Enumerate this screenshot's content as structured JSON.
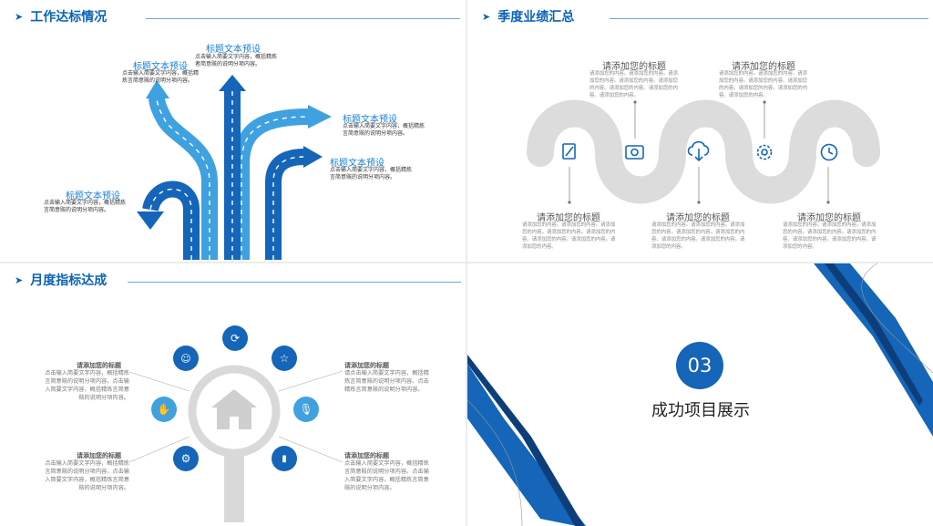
{
  "panel1": {
    "title": "工作达标情况",
    "items": [
      {
        "title": "标题文本预设",
        "text": "点击输入简要文字内容，概括精炼者简意赅的说明分项内容。"
      },
      {
        "title": "标题文本预设",
        "text": "点击输入简要文字内容，概括精炼言简意赅的说明分项内容。"
      },
      {
        "title": "标题文本预设",
        "text": "点击输入简要文字内容，概括精炼言简意赅的说明分项内容。"
      },
      {
        "title": "标题文本预设",
        "text": "点击输入简要文字内容，概括精炼言简意赅的说明分项内容。"
      },
      {
        "title": "标题文本预设",
        "text": "点击输入简要文字内容，概括精炼言简意赅的说明分项内容。"
      }
    ]
  },
  "panel2": {
    "title": "季度业绩汇总",
    "item_title": "请添加您的标题",
    "item_text": "请添加您的内容。请添加您的内容。请添加您的内容。请添加您的内容。请添加您的内容。请添加您的内容。请添加您的内容。请添加您的内容。",
    "icons": [
      "edit-icon",
      "camera-icon",
      "cloud-download-icon",
      "gear-icon",
      "clock-icon"
    ]
  },
  "panel3": {
    "title": "月度指标达成",
    "left_top_title": "请添加您的标题",
    "left_top_text": "点击输入简要文字内容，概括精炼言简意赅的说明分项内容。点击输入简要文字内容，概括精炼言简意赅的说明分项内容。",
    "left_bottom_title": "请添加您的标题",
    "left_bottom_text": "点击输入简要文字内容，概括精炼言简意赅的说明分项内容。点击输入简要文字内容，概括精炼言简意赅的说明分项内容。",
    "right_top_title": "请添加您的标题",
    "right_top_text": "请点击输入简要文字内容，概括精炼言简意赅的说明分项内容。点击精炼言简意赅的说明分项内容。",
    "right_bottom_title": "请添加您的标题",
    "right_bottom_text": "点击输入简要文字内容，概括精炼言简意赅的说明分项内容。点击输入简要文字内容，概括精炼言简意赅的说明分项内容。"
  },
  "panel4": {
    "number": "03",
    "heading": "成功项目展示"
  },
  "colors": {
    "primary": "#1565b8",
    "light": "#3fa1e0",
    "gray": "#d9d9d9"
  }
}
